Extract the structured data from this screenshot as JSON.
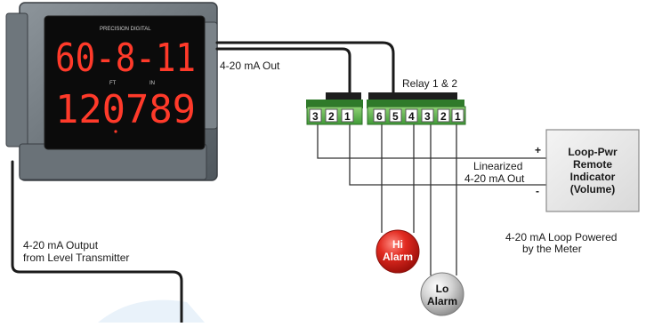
{
  "meter": {
    "brand": "PRECISION DIGITAL",
    "display_top": "60-8-11",
    "unit_ft": "FT",
    "unit_in": "IN",
    "display_bottom": "120789"
  },
  "labels": {
    "analog_out": "4-20 mA Out",
    "relays": "Relay 1 & 2",
    "linearized_line1": "Linearized",
    "linearized_line2": "4-20 mA Out",
    "plus": "+",
    "minus": "-",
    "remote_line1": "Loop-Pwr",
    "remote_line2": "Remote",
    "remote_line3": "Indicator",
    "remote_line4": "(Volume)",
    "loop_line1": "4-20 mA Loop Powered",
    "loop_line2": "by the Meter",
    "input_line1": "4-20 mA Output",
    "input_line2": "from Level Transmitter"
  },
  "terminals": {
    "left_block": [
      "3",
      "2",
      "1"
    ],
    "right_block": [
      "6",
      "5",
      "4",
      "3",
      "2",
      "1"
    ]
  },
  "alarms": {
    "hi_line1": "Hi",
    "hi_line2": "Alarm",
    "lo_line1": "Lo",
    "lo_line2": "Alarm"
  },
  "colors": {
    "terminal_green": "#5fb84a",
    "display_red": "#ff3a2a",
    "hi_alarm": "#d8231c",
    "lo_alarm": "#c9c9c9",
    "remote_box": "#e6e6e6"
  }
}
